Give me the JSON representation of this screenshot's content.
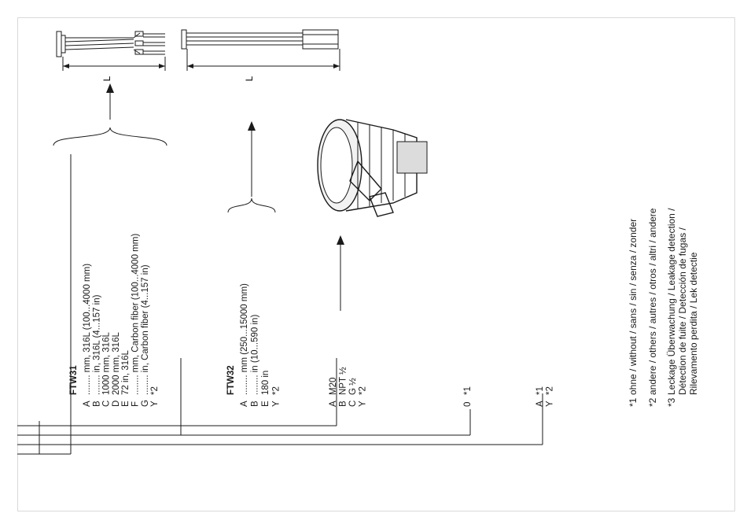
{
  "groups": [
    {
      "title": "FTW31",
      "codes": [
        "A",
        "B",
        "C",
        "D",
        "E",
        "F",
        "G",
        "Y"
      ],
      "descriptions": [
        "........ mm, 316L (100...4000 mm)",
        "........ in, 316L (4...157 in)",
        "1000 mm, 316L",
        "2000 mm, 316L",
        "72 in, 316L",
        "........ mm, Carbon fiber (100...4000 mm)",
        "........ in, Carbon fiber (4...157 in)",
        "*2"
      ]
    },
    {
      "title": "FTW32",
      "codes": [
        "A",
        "B",
        "E",
        "Y"
      ],
      "descriptions": [
        "........ mm (250...15000 mm)",
        "........ in    (10...590 in)",
        "180 in",
        "*2"
      ]
    },
    {
      "title": "",
      "codes": [
        "A",
        "B",
        "C",
        "Y"
      ],
      "descriptions": [
        "M20",
        "NPT ½",
        "G ½",
        "*2"
      ]
    },
    {
      "title": "",
      "codes": [
        "0"
      ],
      "descriptions": [
        "*1"
      ]
    },
    {
      "title": "",
      "codes": [
        "A",
        "Y"
      ],
      "descriptions": [
        "*1",
        "*2"
      ]
    }
  ],
  "footnotes": [
    {
      "mark": "*1",
      "lines": [
        "ohne / without / sans / sin / senza / zonder"
      ]
    },
    {
      "mark": "*2",
      "lines": [
        "andere / others / autres / otros / altri / andere"
      ]
    },
    {
      "mark": "*3",
      "lines": [
        "Leckage Überwachung / Leakage detection /",
        "Détection de fuite / Detección de fugas /",
        "Rilevamento perdita / Lek detectie"
      ]
    }
  ],
  "dimension_label": "L",
  "colors": {
    "ink": "#1a1a1a",
    "frame": "#d9d9d9",
    "paper": "#ffffff"
  }
}
